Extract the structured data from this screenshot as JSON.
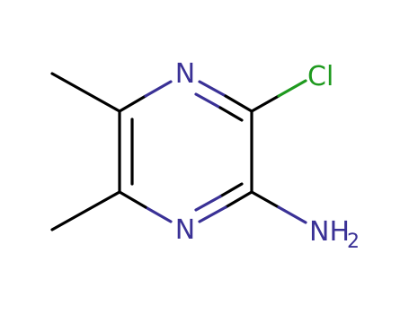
{
  "molecule": {
    "atoms": {
      "n_top": "N",
      "n_bottom": "N",
      "cl": "Cl",
      "amine": "NH",
      "amine_subscript": "2"
    },
    "colors": {
      "bond": "#000000",
      "nitrogen": "#3a3196",
      "chlorine": "#1f9a1f",
      "background": "#ffffff"
    }
  }
}
